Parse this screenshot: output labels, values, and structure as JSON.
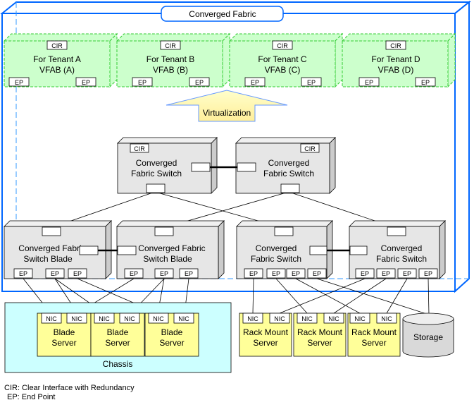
{
  "fabric_title": "Converged Fabric",
  "tenants": [
    {
      "title": "For Tenant A",
      "vfab": "VFAB (A)",
      "cir": "CIR",
      "ep_left": "EP",
      "ep_right": "EP"
    },
    {
      "title": "For Tenant B",
      "vfab": "VFAB (B)",
      "cir": "CIR",
      "ep_left": "EP",
      "ep_right": "EP"
    },
    {
      "title": "For Tenant C",
      "vfab": "VFAB (C)",
      "cir": "CIR",
      "ep_left": "EP",
      "ep_right": "EP"
    },
    {
      "title": "For Tenant D",
      "vfab": "VFAB (D)",
      "cir": "CIR",
      "ep_left": "EP",
      "ep_right": "EP"
    }
  ],
  "virtualization_label": "Virtualization",
  "core_switches": [
    {
      "line1": "Converged",
      "line2": "Fabric Switch",
      "cir": "CIR"
    },
    {
      "line1": "Converged",
      "line2": "Fabric Switch",
      "cir": "CIR"
    }
  ],
  "edge_switches": [
    {
      "line1": "Converged Fabric",
      "line2": "Switch Blade",
      "eps": [
        "EP",
        "EP",
        "EP"
      ]
    },
    {
      "line1": "Converged Fabric",
      "line2": "Switch Blade",
      "eps": [
        "EP",
        "EP",
        "EP"
      ]
    },
    {
      "line1": "Converged",
      "line2": "Fabric Switch",
      "eps": [
        "EP",
        "EP",
        "EP",
        "EP"
      ]
    },
    {
      "line1": "Converged",
      "line2": "Fabric Switch",
      "eps": [
        "EP",
        "EP",
        "EP",
        "EP"
      ]
    }
  ],
  "chassis_label": "Chassis",
  "blade_servers": [
    {
      "line1": "Blade",
      "line2": "Server",
      "nic1": "NIC",
      "nic2": "NIC"
    },
    {
      "line1": "Blade",
      "line2": "Server",
      "nic1": "NIC",
      "nic2": "NIC"
    },
    {
      "line1": "Blade",
      "line2": "Server",
      "nic1": "NIC",
      "nic2": "NIC"
    }
  ],
  "rack_servers": [
    {
      "line1": "Rack Mount",
      "line2": "Server",
      "nic1": "NIC",
      "nic2": "NIC"
    },
    {
      "line1": "Rack Mount",
      "line2": "Server",
      "nic1": "NIC",
      "nic2": "NIC"
    },
    {
      "line1": "Rack Mount",
      "line2": "Server",
      "nic1": "NIC",
      "nic2": "NIC"
    }
  ],
  "storage_label": "Storage",
  "legend": {
    "cir": "CIR: Clear Interface with Redundancy",
    "ep": "EP: End Point"
  },
  "colors": {
    "fabric_border": "#0066ff",
    "tenant_fill": "#ccffcc",
    "tenant_border": "#33cc33",
    "switch_fill": "#e6e6e6",
    "server_fill": "#ffff99",
    "chassis_fill": "#ccffff",
    "arrow_fill": "#ffffcc"
  }
}
